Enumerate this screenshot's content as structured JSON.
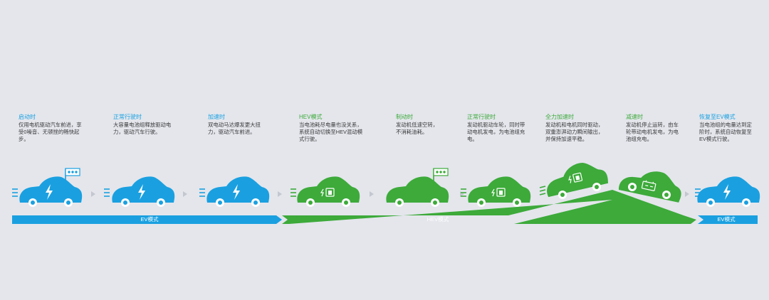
{
  "steps": [
    {
      "title": "启动时",
      "desc": "仅用电机驱动汽车前进，享受0噪音、无顿挫的畅快起步。",
      "mode": "ev"
    },
    {
      "title": "正常行驶时",
      "desc": "大容量电池组释放驱动电力，驱动汽车行驶。",
      "mode": "ev"
    },
    {
      "title": "加速时",
      "desc": "双电动马达爆发更大扭力，驱动汽车前进。",
      "mode": "ev"
    },
    {
      "title": "HEV模式",
      "desc": "当电池耗尽电量也没关系，系统自动切换至HEV混动模式行驶。",
      "mode": "hev"
    },
    {
      "title": "制动时",
      "desc": "发动机低速空转，不消耗油耗。",
      "mode": "hev"
    },
    {
      "title": "正常行驶时",
      "desc": "发动机驱动车轮，同时带动电机发电，为电池组充电。",
      "mode": "hev"
    },
    {
      "title": "全力加速时",
      "desc": "发动机和电机同时驱动，双重澎湃动力瞬间输出，并保持加速平稳。",
      "mode": "hev"
    },
    {
      "title": "减速时",
      "desc": "发动机停止运转，由车轮带动电机发电，为电池组充电。",
      "mode": "hev"
    },
    {
      "title": "恢复至EV模式",
      "desc": "当电池组的电量达到定阶时，系统自动恢复至EV模式行驶。",
      "mode": "ev"
    }
  ],
  "bands": {
    "ev_left": "EV模式",
    "hev": "HEV模式",
    "ev_right": "EV模式"
  },
  "colors": {
    "ev": "#1aa0e0",
    "hev": "#3daa3a",
    "background": "#e4e6ec",
    "arrow": "#c4c7cf"
  }
}
